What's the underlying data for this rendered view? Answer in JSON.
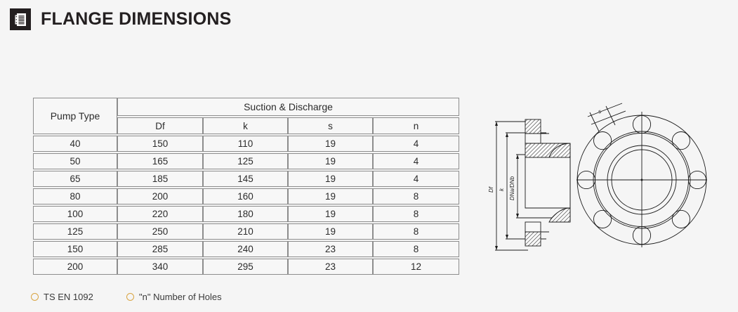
{
  "header": {
    "title": "FLANGE DIMENSIONS",
    "icon": "document-list-icon"
  },
  "table": {
    "pump_type_header": "Pump Type",
    "group_header": "Suction & Discharge",
    "sub_headers": [
      "Df",
      "k",
      "s",
      "n"
    ],
    "rows": [
      {
        "pump_type": "40",
        "df": "150",
        "k": "110",
        "s": "19",
        "n": "4"
      },
      {
        "pump_type": "50",
        "df": "165",
        "k": "125",
        "s": "19",
        "n": "4"
      },
      {
        "pump_type": "65",
        "df": "185",
        "k": "145",
        "s": "19",
        "n": "4"
      },
      {
        "pump_type": "80",
        "df": "200",
        "k": "160",
        "s": "19",
        "n": "8"
      },
      {
        "pump_type": "100",
        "df": "220",
        "k": "180",
        "s": "19",
        "n": "8"
      },
      {
        "pump_type": "125",
        "df": "250",
        "k": "210",
        "s": "19",
        "n": "8"
      },
      {
        "pump_type": "150",
        "df": "285",
        "k": "240",
        "s": "23",
        "n": "8"
      },
      {
        "pump_type": "200",
        "df": "340",
        "k": "295",
        "s": "23",
        "n": "12"
      }
    ]
  },
  "legend": {
    "items": [
      {
        "label": "TS EN 1092"
      },
      {
        "label": "\"n\" Number of Holes"
      }
    ],
    "bullet_color": "#d9a441"
  },
  "drawing": {
    "section_labels": {
      "outer_diameter": "Df",
      "bolt_circle": "k",
      "bore": "DNa/DNb"
    },
    "front_labels": {
      "hole_diameter": "s"
    },
    "bolt_hole_count": 8
  },
  "colors": {
    "background": "#f5f5f5",
    "title": "#231f20",
    "icon_background": "#231f20",
    "table_border": "#8d8d8d",
    "table_cell_background": "#f7f7f7",
    "text": "#2b2b2b",
    "accent": "#d9a441",
    "drawing_line": "#1a1a1a"
  }
}
